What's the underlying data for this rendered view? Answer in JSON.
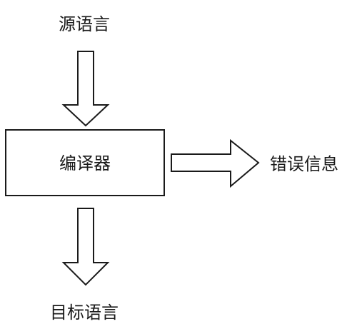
{
  "diagram": {
    "source": "源语言",
    "process": "编译器",
    "output": "目标语言",
    "error": "错误信息"
  },
  "colors": {
    "stroke": "#1a1a1a",
    "background": "#ffffff"
  }
}
